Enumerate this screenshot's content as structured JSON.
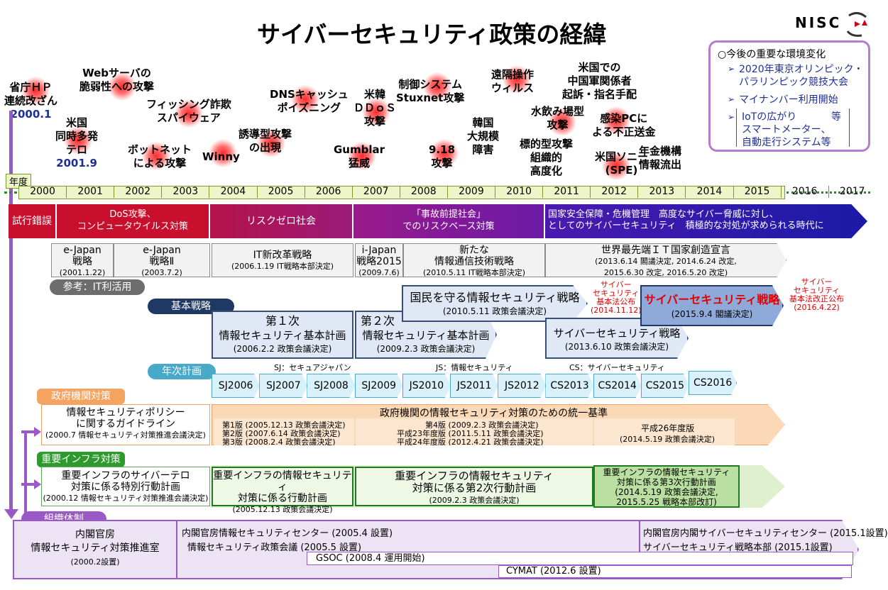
{
  "title": "サイバーセキュリティ政策の経緯",
  "logo": "NISC",
  "future_box": {
    "heading": "○今後の重要な環境変化",
    "items": [
      {
        "marker": "➢",
        "lines": [
          "2020年東京オリンピック・",
          "パラリンピック競技大会"
        ]
      },
      {
        "marker": "➢",
        "lines": [
          "マイナンバー利用開始"
        ]
      },
      {
        "marker": "➢",
        "lines": [
          "IoTの広がり",
          "スマートメーター、",
          "自動走行システム等"
        ],
        "suffix": "等"
      }
    ]
  },
  "events": [
    {
      "lines": [
        "省庁ＨＰ",
        "連続改ざん"
      ],
      "date": "2000.1"
    },
    {
      "lines": [
        "米国",
        "同時多発",
        "テロ"
      ],
      "date": "2001.9"
    },
    {
      "lines": [
        "Webサーバの",
        "脆弱性への攻撃"
      ]
    },
    {
      "lines": [
        "ボットネット",
        "による攻撃"
      ]
    },
    {
      "lines": [
        "フィッシング詐欺",
        "スパイウェア"
      ]
    },
    {
      "lines": [
        "Winny"
      ]
    },
    {
      "lines": [
        "誘導型攻撃",
        "の出現"
      ]
    },
    {
      "lines": [
        "DNSキャッシュ",
        "ポイズニング"
      ]
    },
    {
      "lines": [
        "米韓",
        "ＤＤｏＳ",
        "攻撃"
      ]
    },
    {
      "lines": [
        "Gumblar",
        "猛威"
      ]
    },
    {
      "lines": [
        "制御システム",
        "Stuxnet攻撃"
      ]
    },
    {
      "lines": [
        "9.18",
        "攻撃"
      ]
    },
    {
      "lines": [
        "韓国",
        "大規模",
        "障害"
      ]
    },
    {
      "lines": [
        "遠隔操作",
        "ウィルス"
      ]
    },
    {
      "lines": [
        "水飲み場型",
        "攻撃"
      ]
    },
    {
      "lines": [
        "標的型攻撃",
        "組織的",
        "高度化"
      ]
    },
    {
      "lines": [
        "米国での",
        "中国軍関係者",
        "起訴・指名手配"
      ]
    },
    {
      "lines": [
        "感染PCに",
        "よる不正送金"
      ]
    },
    {
      "lines": [
        "米国ソニー",
        "(SPE)"
      ]
    },
    {
      "lines": [
        "年金機構",
        "情報流出"
      ]
    }
  ],
  "timeline": {
    "label": "年度",
    "years": [
      "2000",
      "2001",
      "2002",
      "2003",
      "2004",
      "2005",
      "2006",
      "2007",
      "2008",
      "2009",
      "2010",
      "2011",
      "2012",
      "2013",
      "2014",
      "2015",
      "2016",
      "2017"
    ]
  },
  "phases": [
    {
      "lines": [
        "試行錯誤"
      ]
    },
    {
      "lines": [
        "DoS攻撃、",
        "コンピュータウイルス対策"
      ]
    },
    {
      "lines": [
        "リスクゼロ社会"
      ]
    },
    {
      "lines": [
        "「事故前提社会」",
        "でのリスクベース対策"
      ]
    },
    {
      "lines": [
        "国家安全保障・危機管理　高度なサイバー脅威に対し、",
        "としてのサイバーセキュリティ　積極的な対処が求められる時代に"
      ]
    }
  ],
  "it_strategies": [
    {
      "name": [
        "e-Japan",
        "戦略"
      ],
      "date": "(2001.1.22)"
    },
    {
      "name": [
        "e-Japan",
        "戦略Ⅱ"
      ],
      "date": "(2003.7.2)"
    },
    {
      "name": [
        "IT新改革戦略"
      ],
      "date": "(2006.1.19 IT戦略本部決定)"
    },
    {
      "name": [
        "i-Japan",
        "戦略2015"
      ],
      "date": "(2009.7.6)"
    },
    {
      "name": [
        "新たな",
        "情報通信技術戦略"
      ],
      "date": "(2010.5.11 IT戦略本部決定)"
    },
    {
      "name": [
        "世界最先端ＩＴ国家創造宣言"
      ],
      "date": "(2013.6.14 閣議決定, 2014.6.24 改定,",
      "date2": "2015.6.30 改定, 2016.5.20 改定)"
    }
  ],
  "ref_label": "参考：IT利活用",
  "basic_label": "基本戦略",
  "basic_strategies": [
    {
      "name": [
        "第１次",
        "情報セキュリティ基本計画"
      ],
      "date": "(2006.2.2 政策会議決定)"
    },
    {
      "name": [
        "第２次",
        "情報セキュリティ基本計画"
      ],
      "date": "(2009.2.3 政策会議決定)"
    },
    {
      "name": [
        "国民を守る情報セキュリティ戦略"
      ],
      "date": "(2010.5.11 政策会議決定)"
    },
    {
      "name": [
        "サイバーセキュリティ戦略"
      ],
      "date": "(2013.6.10 政策会議決定)"
    },
    {
      "name": [
        "サイバーセキュリティ戦略"
      ],
      "date": "(2015.9.4 閣議決定)"
    }
  ],
  "law_notes": [
    {
      "lines": [
        "サイバー",
        "セキュリティ",
        "基本法公布"
      ],
      "date": "(2014.11.12)"
    },
    {
      "lines": [
        "サイバー",
        "セキュリティ",
        "基本法改正公布"
      ],
      "date": "(2016.4.22)"
    }
  ],
  "annual_label": "年次計画",
  "annual_notes": [
    "SJ：セキュアジャパン",
    "JS：情報セキュリティ",
    "CS：サイバーセキュリティ"
  ],
  "annual_plans": [
    "SJ2006",
    "SJ2007",
    "SJ2008",
    "SJ2009",
    "JS2010",
    "JS2011",
    "JS2012",
    "CS2013",
    "CS2014",
    "CS2015",
    "CS2016"
  ],
  "gov_label": "政府機関対策",
  "gov": {
    "guideline": [
      "情報セキュリティポリシー",
      "に関するガイドライン",
      "(2000.7 情報セキュリティ対策推進会議決定)"
    ],
    "standard_title": "政府機関の情報セキュリティ対策のための統一基準",
    "editions_a": [
      "第1版 (2005.12.13 政策会議決定)",
      "第2版 (2007.6.14 政策会議決定)",
      "第3版 (2008.2.4 政策会議決定)"
    ],
    "editions_b": [
      "第4版 (2009.2.3 政策会議決定)",
      "平成23年度版 (2011.5.11 政策会議決定)",
      "平成24年度版 (2012.4.21 政策会議決定)"
    ],
    "editions_c": [
      "平成26年度版",
      "(2014.5.19 政策会議決定)"
    ]
  },
  "infra_label": "重要インフラ対策",
  "infra": [
    {
      "lines": [
        "重要インフラのサイバーテロ",
        "対策に係る特別行動計画"
      ],
      "date": "(2000.12 情報セキュリティ対策推進会議決定)"
    },
    {
      "lines": [
        "重要インフラの情報セキュリティ",
        "対策に係る行動計画"
      ],
      "date": "(2005.12.13 政策会議決定)"
    },
    {
      "lines": [
        "重要インフラの情報セキュリティ",
        "対策に係る第2次行動計画"
      ],
      "date": "(2009.2.3 政策会議決定)"
    },
    {
      "lines": [
        "重要インフラの情報セキュリティ",
        "対策に係る第3次行動計画"
      ],
      "date": "(2014.5.19 政策会議決定,",
      "date2": "2015.5.25 戦略本部改訂)"
    }
  ],
  "org_label": "組織体制",
  "org": {
    "first": [
      "内閣官房",
      "情報セキュリティ対策推進室",
      "(2000.2設置)"
    ],
    "center": "内閣官房情報セキュリティセンター (2005.4 設置)",
    "council": "情報セキュリティ政策会議 (2005.5 設置)",
    "nisc": "内閣官房内閣サイバーセキュリティセンター (2015.1設置)",
    "hq": "サイバーセキュリティ戦略本部 (2015.1設置)",
    "gsoc": "GSOC (2008.4 運用開始)",
    "cymat": "CYMAT (2012.6 設置)"
  },
  "colors": {
    "phase_red": "#c8102e",
    "phase_purple": "#7b1fa2",
    "phase_blue": "#1a1aa6",
    "timeline_green": "#eef5c8",
    "annual_blue": "#d8f1fa",
    "gov_orange": "#fcd9b6",
    "infra_green": "#dff0cf",
    "org_purple": "#ece3f4",
    "future_border": "#b57ccf"
  }
}
